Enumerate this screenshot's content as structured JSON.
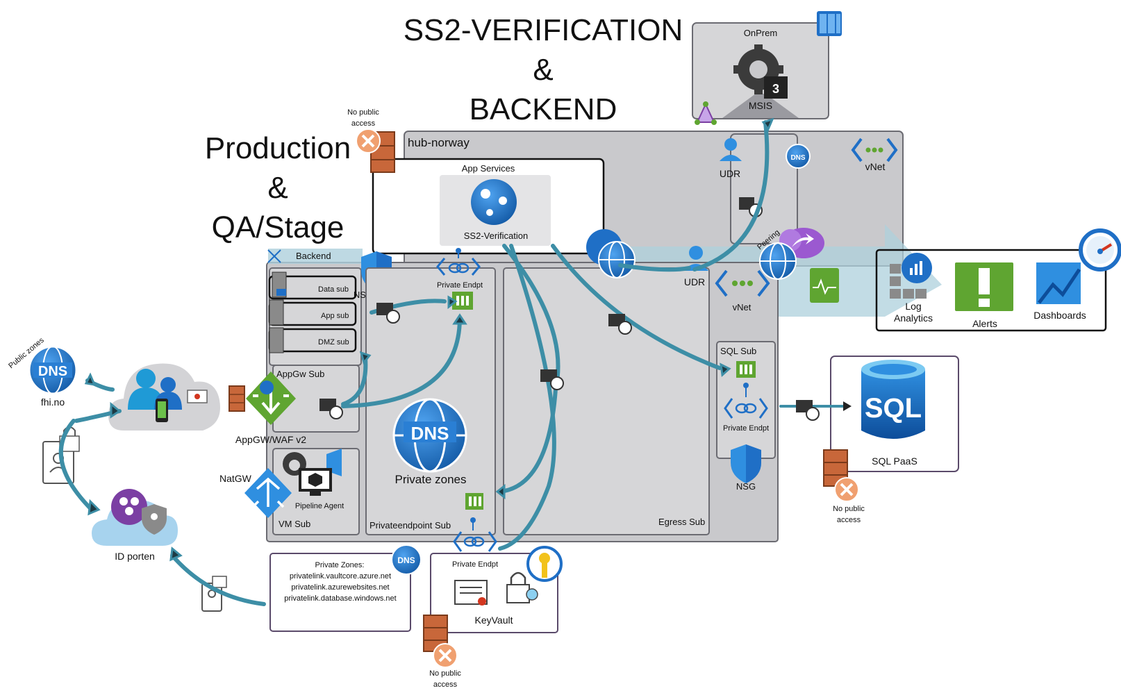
{
  "titles": {
    "ss2": [
      "SS2-VERIFICATION",
      "&",
      "BACKEND"
    ],
    "prod": [
      "Production",
      "&",
      "QA/Stage"
    ]
  },
  "onprem": {
    "title": "OnPrem",
    "msis": "MSIS"
  },
  "hub": {
    "title": "hub-norway",
    "udr": "UDR",
    "vnet": "vNet",
    "peering": "Peering"
  },
  "app_services": {
    "title": "App Services",
    "app": "SS2-Verification",
    "no_public": [
      "No public",
      "access"
    ]
  },
  "backend": {
    "title": "Backend",
    "nsg": "NSG",
    "data_sub": "Data sub",
    "app_sub": "App sub",
    "dmz_sub": "DMZ sub",
    "appgw_sub": "AppGw Sub",
    "vm_sub": "VM Sub",
    "pipeline": "Pipeline Agent",
    "private_endpt": "Private Endpt",
    "dns_private": "Private zones",
    "privateendpoint_sub": "Privateendpoint Sub",
    "egress_sub": "Egress Sub",
    "udr": "UDR",
    "vnet": "vNet",
    "sql_sub": "SQL Sub",
    "sql_private_endpt": "Private Endpt",
    "sql_nsg": "NSG"
  },
  "monitor": {
    "log": [
      "Log",
      "Analytics"
    ],
    "alerts": "Alerts",
    "dashboards": "Dashboards"
  },
  "sql_paas": {
    "label": "SQL PaaS",
    "sql": "SQL",
    "no_public": [
      "No public",
      "access"
    ]
  },
  "left": {
    "public_zones": "Public zones",
    "dns": "DNS",
    "fhi": "fhi.no",
    "appgw": "AppGW/WAF v2",
    "natgw": "NatGW",
    "idporten": "ID porten"
  },
  "private_zones_box": {
    "title": "Private Zones:",
    "lines": [
      "privatelink.vaultcore.azure.net",
      "privatelink.azurewebsites.net",
      "privatelink.database.windows.net"
    ]
  },
  "keyvault": {
    "endpt": "Private Endpt",
    "label": "KeyVault",
    "no_public": [
      "No public",
      "access"
    ]
  },
  "colors": {
    "flow": "#3d8ea6",
    "azure_blue": "#1f6fc6",
    "firewall": "#c8673a",
    "no_access": "#f0a070",
    "appgw_green": "#5fa531",
    "purple": "#7b3fa3"
  }
}
